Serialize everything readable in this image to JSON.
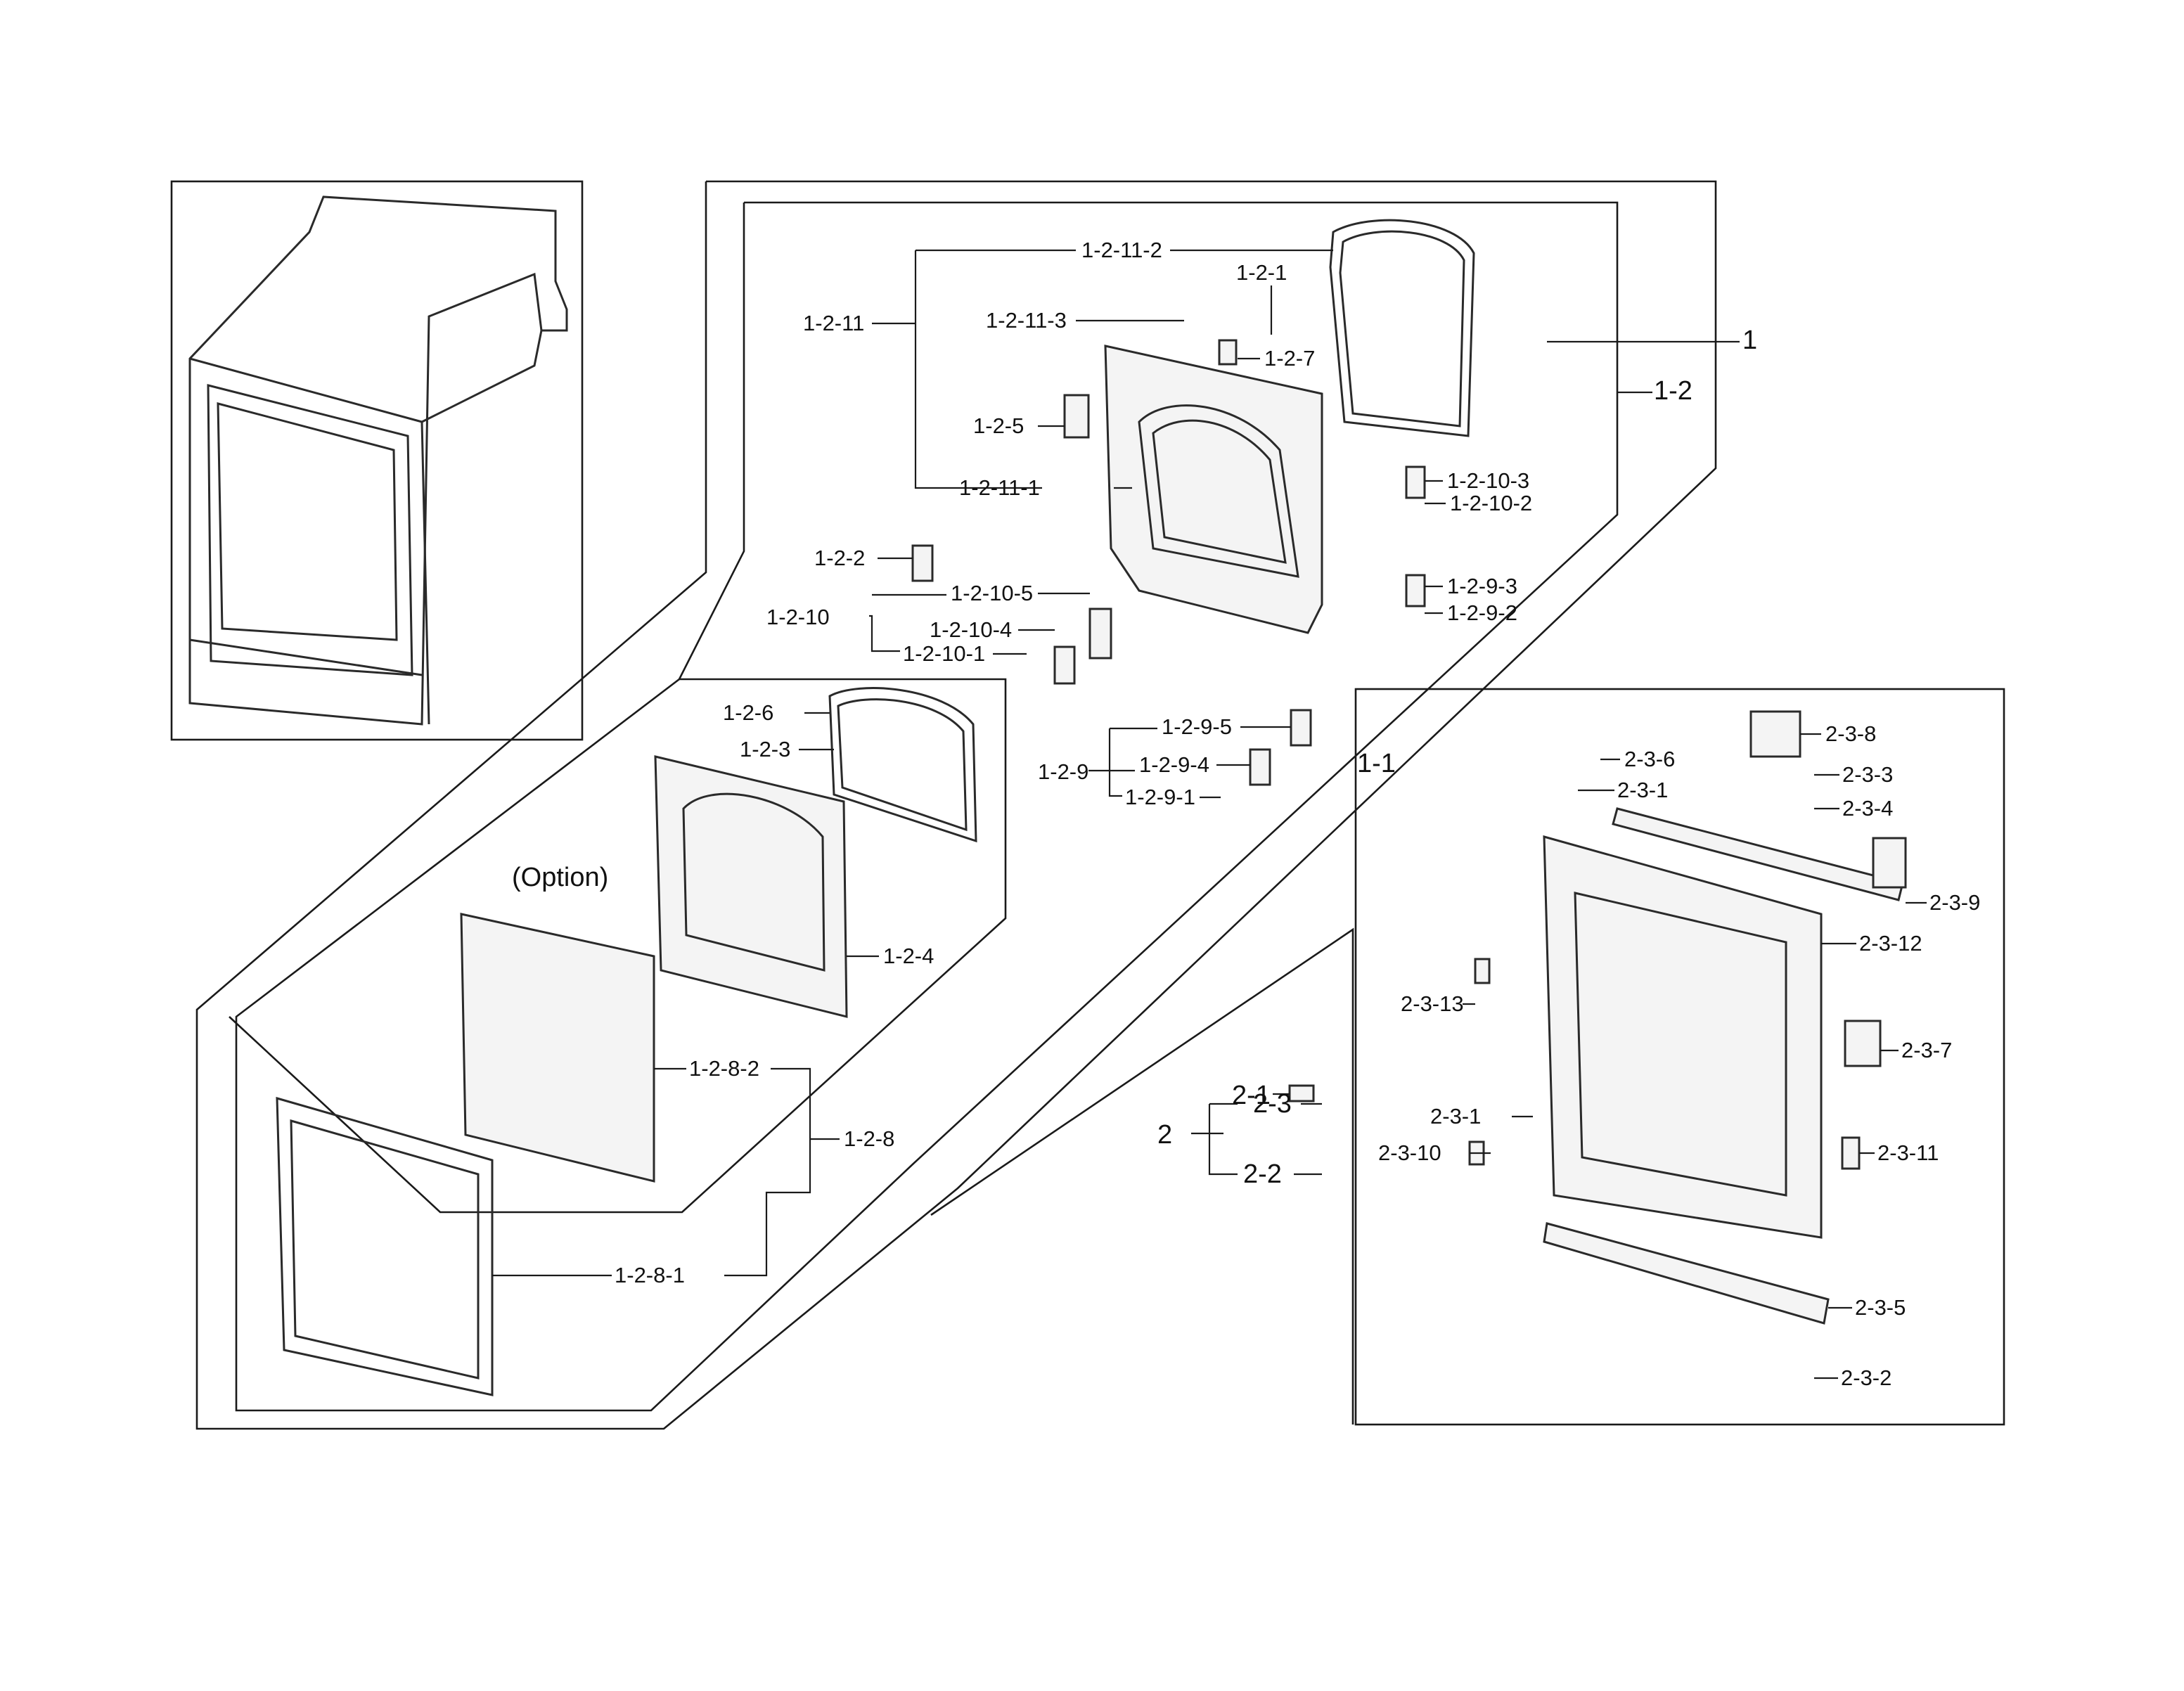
{
  "diagram": {
    "option_label": "(Option)",
    "labels": [
      {
        "id": "l_1_2_11_2",
        "text": "1-2-11-2"
      },
      {
        "id": "l_1_2_1",
        "text": "1-2-1"
      },
      {
        "id": "l_1_2_11_3",
        "text": "1-2-11-3"
      },
      {
        "id": "l_1_2_11",
        "text": "1-2-11"
      },
      {
        "id": "l_1_2_7",
        "text": "1-2-7"
      },
      {
        "id": "l_1",
        "text": "1"
      },
      {
        "id": "l_1_2",
        "text": "1-2"
      },
      {
        "id": "l_1_2_5",
        "text": "1-2-5"
      },
      {
        "id": "l_1_2_11_1",
        "text": "1-2-11-1"
      },
      {
        "id": "l_1_2_10_3",
        "text": "1-2-10-3"
      },
      {
        "id": "l_1_2_10_2",
        "text": "1-2-10-2"
      },
      {
        "id": "l_1_2_2",
        "text": "1-2-2"
      },
      {
        "id": "l_1_2_10_5",
        "text": "1-2-10-5"
      },
      {
        "id": "l_1_2_10",
        "text": "1-2-10"
      },
      {
        "id": "l_1_2_10_4",
        "text": "1-2-10-4"
      },
      {
        "id": "l_1_2_10_1",
        "text": "1-2-10-1"
      },
      {
        "id": "l_1_2_9_3",
        "text": "1-2-9-3"
      },
      {
        "id": "l_1_2_9_2",
        "text": "1-2-9-2"
      },
      {
        "id": "l_1_2_6",
        "text": "1-2-6"
      },
      {
        "id": "l_1_2_3",
        "text": "1-2-3"
      },
      {
        "id": "l_1_2_9_5",
        "text": "1-2-9-5"
      },
      {
        "id": "l_1_1",
        "text": "1-1"
      },
      {
        "id": "l_1_2_9",
        "text": "1-2-9"
      },
      {
        "id": "l_1_2_9_4",
        "text": "1-2-9-4"
      },
      {
        "id": "l_1_2_9_1",
        "text": "1-2-9-1"
      },
      {
        "id": "l_1_2_4",
        "text": "1-2-4"
      },
      {
        "id": "l_1_2_8_2",
        "text": "1-2-8-2"
      },
      {
        "id": "l_1_2_8",
        "text": "1-2-8"
      },
      {
        "id": "l_1_2_8_1",
        "text": "1-2-8-1"
      },
      {
        "id": "l_2_3_8",
        "text": "2-3-8"
      },
      {
        "id": "l_2_3_6",
        "text": "2-3-6"
      },
      {
        "id": "l_2_3_3",
        "text": "2-3-3"
      },
      {
        "id": "l_2_3_1a",
        "text": "2-3-1"
      },
      {
        "id": "l_2_3_4",
        "text": "2-3-4"
      },
      {
        "id": "l_2_3_9",
        "text": "2-3-9"
      },
      {
        "id": "l_2_3_12",
        "text": "2-3-12"
      },
      {
        "id": "l_2_3_13",
        "text": "2-3-13"
      },
      {
        "id": "l_2_3_7",
        "text": "2-3-7"
      },
      {
        "id": "l_2_1",
        "text": "2-1"
      },
      {
        "id": "l_2_3",
        "text": "2-3"
      },
      {
        "id": "l_2",
        "text": "2"
      },
      {
        "id": "l_2_3_1b",
        "text": "2-3-1"
      },
      {
        "id": "l_2_3_10",
        "text": "2-3-10"
      },
      {
        "id": "l_2_3_11",
        "text": "2-3-11"
      },
      {
        "id": "l_2_2",
        "text": "2-2"
      },
      {
        "id": "l_2_3_5",
        "text": "2-3-5"
      },
      {
        "id": "l_2_3_2",
        "text": "2-3-2"
      }
    ]
  }
}
